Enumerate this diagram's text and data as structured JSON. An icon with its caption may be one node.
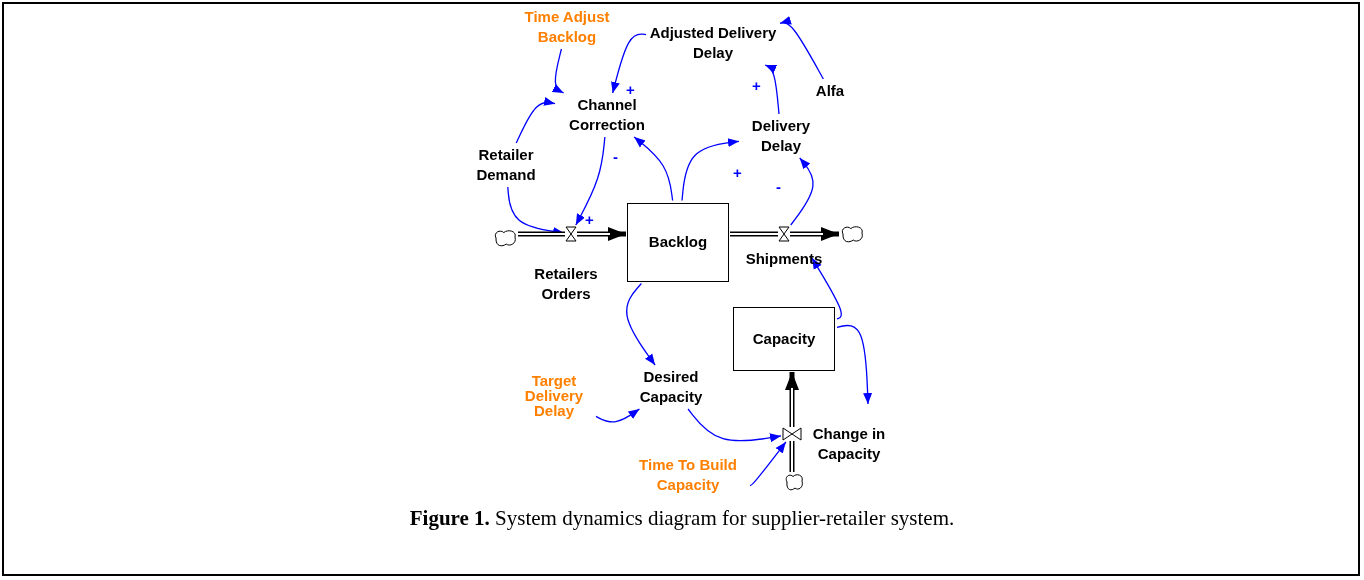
{
  "diagram": {
    "caption": "**Figure 1.** System dynamics diagram for supplier-retailer system.",
    "nodes": [
      {
        "text": [
          "Time Adjust Backlog"
        ]
      },
      {
        "text": [
          "Adjusted Delivery Delay"
        ]
      },
      {
        "text": [
          "Alfa"
        ]
      },
      {
        "text": [
          "Channel Correction"
        ]
      },
      {
        "text": [
          "Delivery Delay"
        ]
      },
      {
        "text": [
          "Retailer Demand"
        ]
      },
      {
        "text": [],
        "shape": "cloud"
      },
      {
        "text": [],
        "shape": "valve",
        "beside": [
          "Retailers Orders"
        ]
      },
      {
        "text": [
          "Backlog"
        ]
      },
      {
        "text": [],
        "shape": "valve",
        "beside": [
          "Shipments"
        ]
      },
      {
        "text": [],
        "shape": "cloud"
      },
      {
        "text": [
          "Capacity"
        ]
      },
      {
        "text": [
          "Desired Capacity"
        ]
      },
      {
        "text": [
          "Target Delivery Delay"
        ]
      },
      {
        "text": [],
        "shape": "valve",
        "beside": [
          "Change in Capacity"
        ]
      },
      {
        "text": [
          "Time To Build Capacity"
        ]
      },
      {
        "text": [],
        "shape": "cloud"
      }
    ],
    "edges": [
      {
        "from": 0,
        "to": 3,
        "arrow": "to"
      },
      {
        "from": 1,
        "to": 3,
        "arrow": "to",
        "label": "+"
      },
      {
        "from": 2,
        "to": 1,
        "arrow": "to"
      },
      {
        "from": 4,
        "to": 1,
        "arrow": "to",
        "label": "+"
      },
      {
        "from": 5,
        "to": 3,
        "arrow": "to"
      },
      {
        "from": 3,
        "to": 7,
        "arrow": "to",
        "label": "+"
      },
      {
        "from": 5,
        "to": 7,
        "arrow": "to"
      },
      {
        "from": 8,
        "to": 3,
        "arrow": "to",
        "label": "-"
      },
      {
        "from": 8,
        "to": 4,
        "arrow": "to",
        "label": "+"
      },
      {
        "from": 9,
        "to": 4,
        "arrow": "to",
        "label": "-"
      },
      {
        "from": 6,
        "to": 7,
        "arrow": "none",
        "style": "thick",
        "color": "#000000"
      },
      {
        "from": 7,
        "to": 8,
        "arrow": "to",
        "style": "thick",
        "color": "#000000"
      },
      {
        "from": 8,
        "to": 9,
        "arrow": "none",
        "style": "thick",
        "color": "#000000"
      },
      {
        "from": 9,
        "to": 10,
        "arrow": "to",
        "style": "thick",
        "color": "#000000"
      },
      {
        "from": 11,
        "to": 9,
        "arrow": "to"
      },
      {
        "from": 11,
        "to": 14,
        "arrow": "to"
      },
      {
        "from": 8,
        "to": 12,
        "arrow": "to"
      },
      {
        "from": 13,
        "to": 12,
        "arrow": "to"
      },
      {
        "from": 12,
        "to": 14,
        "arrow": "to"
      },
      {
        "from": 15,
        "to": 14,
        "arrow": "to"
      },
      {
        "from": 16,
        "to": 14,
        "arrow": "none",
        "style": "thick",
        "color": "#000000"
      },
      {
        "from": 14,
        "to": 11,
        "arrow": "to",
        "style": "thick",
        "color": "#000000"
      }
    ]
  }
}
